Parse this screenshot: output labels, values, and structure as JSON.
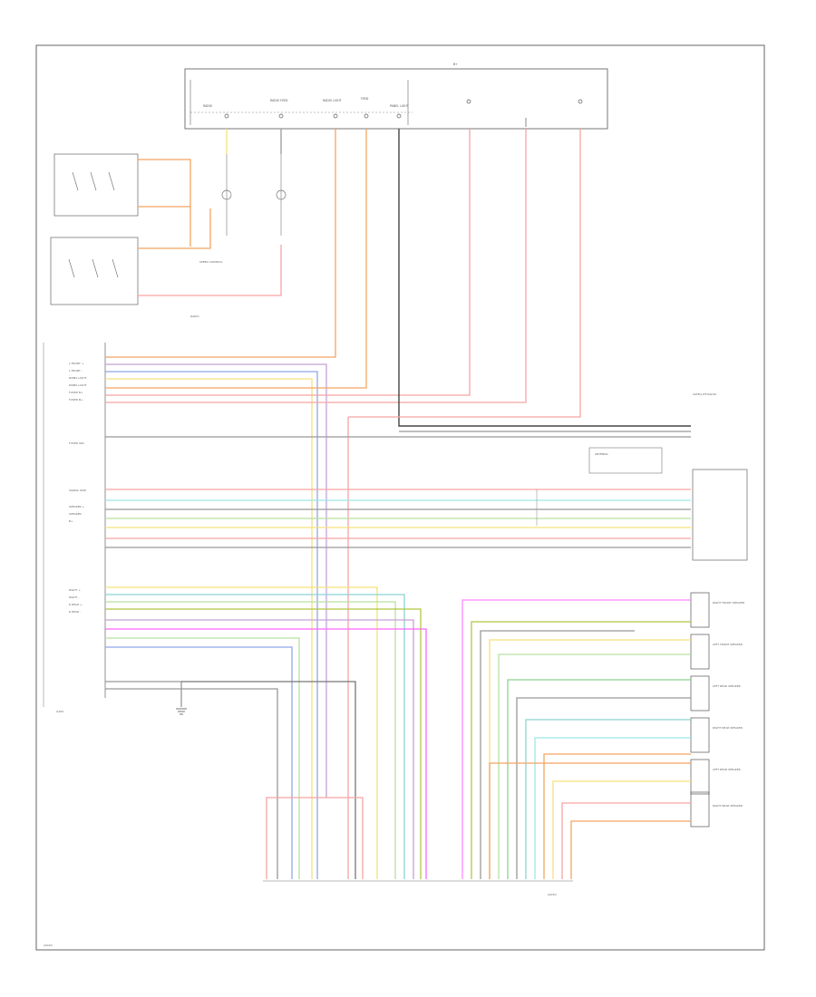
{
  "diagram": {
    "fuse_panel_labels": [
      "RADIO",
      "RADIO FEED",
      "RADIO LIGHT",
      "FEED",
      "PANEL LIGHT",
      "B+"
    ],
    "block_labels": [
      "RADIO",
      "SPEED CONTROL",
      "AUDIO"
    ],
    "connector_labels": [
      "G200",
      "SATELLITE RADIO",
      "ANTENNA"
    ],
    "radio_pin_labels": [
      "L FRONT +",
      "L FRONT -",
      "PANEL LIGHT",
      "PANEL LIGHT",
      "FUSED B+",
      "FUSED B+",
      "R REAR +",
      "R REAR -",
      "FUSED IGN",
      "SIGNAL GND",
      "SPEAKER +",
      "SPEAKER -",
      "B+",
      "RIGHT +",
      "RIGHT -"
    ],
    "speaker_labels": [
      "RIGHT FRONT SPEAKER",
      "LEFT FRONT SPEAKER",
      "LEFT REAR SPEAKER",
      "RIGHT REAR SPEAKER",
      "LEFT REAR SPEAKER",
      "RIGHT REAR SPEAKER"
    ],
    "bottom_label": "AUDIO"
  }
}
